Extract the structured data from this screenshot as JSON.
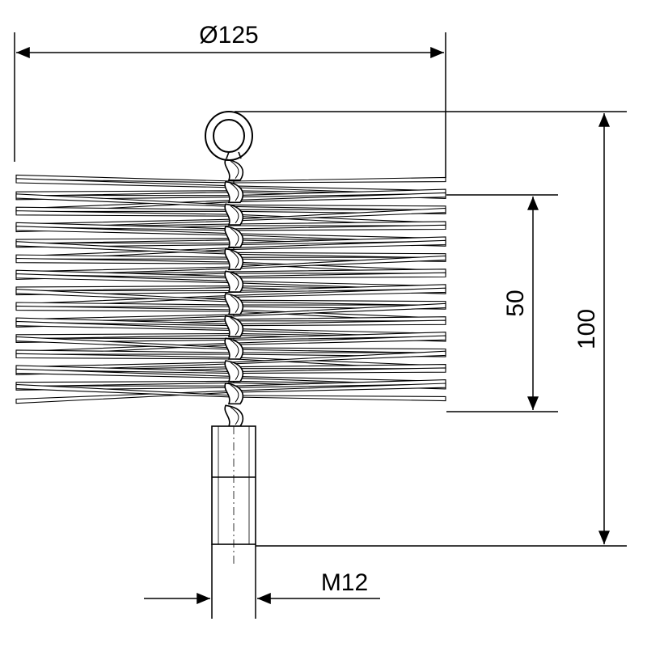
{
  "dimensions": {
    "diameter": "Ø125",
    "bristle_height": "50",
    "total_height": "100",
    "thread": "M12"
  },
  "colors": {
    "line": "#000000",
    "background": "#ffffff"
  }
}
